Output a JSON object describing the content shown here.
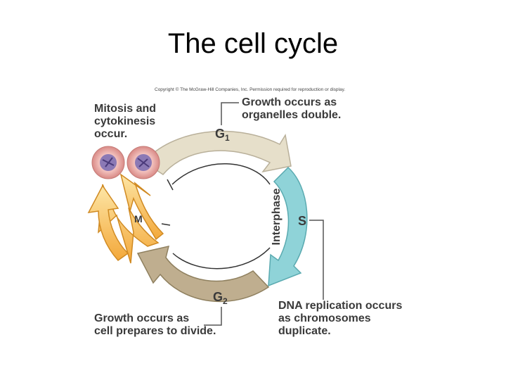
{
  "slide": {
    "title": "The cell cycle",
    "copyright": "Copyright © The McGraw-Hill Companies, Inc. Permission required for reproduction or display."
  },
  "diagram": {
    "phases": {
      "g1": "G",
      "g1_sub": "1",
      "s": "S",
      "g2": "G",
      "g2_sub": "2",
      "m": "M",
      "interphase": "Interphase"
    },
    "descriptions": {
      "mitosis": [
        "Mitosis and",
        "cytokinesis",
        "occur."
      ],
      "g1": [
        "Growth occurs as",
        "organelles double."
      ],
      "s": [
        "DNA replication occurs",
        "as chromosomes",
        "duplicate."
      ],
      "g2": [
        "Growth occurs as",
        "cell prepares to divide."
      ]
    },
    "colors": {
      "g1_arrow": "#e3dcc8",
      "s_arrow": "#8fd3d8",
      "g2_arrow": "#b8a88c",
      "m_arrow": "#f6b651",
      "cell_outer": "#e8a3a0",
      "cell_inner": "#8b79b5",
      "text": "#3a3a3a"
    }
  }
}
